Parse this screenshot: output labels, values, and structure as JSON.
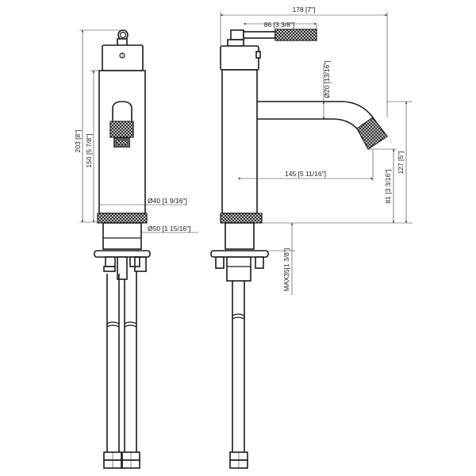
{
  "dimensions": {
    "overall_height": "203 [8\"]",
    "body_height": "150 [5 7/8\"]",
    "body_diameter": "Ø40 [1 9/16\"]",
    "base_diameter": "Ø50 [1 15/16\"]",
    "overall_width": "178 [7\"]",
    "handle_length": "86 [3 3/8\"]",
    "spout_diameter": "Ø20 [13/16\"]",
    "spout_reach": "145 [5 11/16\"]",
    "spout_height": "81 [3 3/16\"]",
    "spout_top_height": "127 [5\"]",
    "max_deck": "MAX35[1 3/8\"]"
  },
  "colors": {
    "line": "#1a1a1a",
    "background": "#ffffff"
  }
}
